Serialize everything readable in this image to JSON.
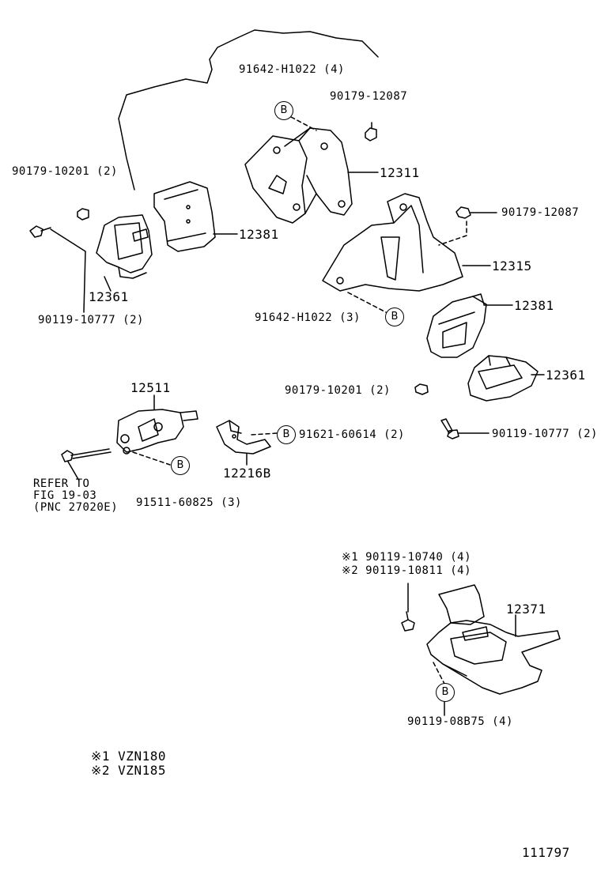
{
  "labels": {
    "p91642_top": "91642-H1022 (4)",
    "p90179_12087_top": "90179-12087",
    "p12311": "12311",
    "p90179_10201_left": "90179-10201 (2)",
    "p90179_12087_right": "90179-12087",
    "p12381_left": "12381",
    "p12315": "12315",
    "p12361_left": "12361",
    "p90119_10777_left": "90119-10777 (2)",
    "p91642_mid": "91642-H1022 (3)",
    "p12381_right": "12381",
    "p12511": "12511",
    "p90179_10201_mid": "90179-10201 (2)",
    "p12361_right": "12361",
    "p91621": "91621-60614 (2)",
    "p90119_10777_right": "90119-10777 (2)",
    "refer1": "REFER TO",
    "refer2": "FIG 19-03",
    "refer3": "(PNC 27020E)",
    "p12216B": "12216B",
    "p91511": "91511-60825 (3)",
    "note1_part": "※1 90119-10740 (4)",
    "note2_part": "※2 90119-10811 (4)",
    "p12371": "12371",
    "p90119_08B75": "90119-08B75 (4)",
    "legend1": "※1 VZN180",
    "legend2": "※2 VZN185",
    "figure_no": "111797"
  },
  "callout_letter": "B"
}
